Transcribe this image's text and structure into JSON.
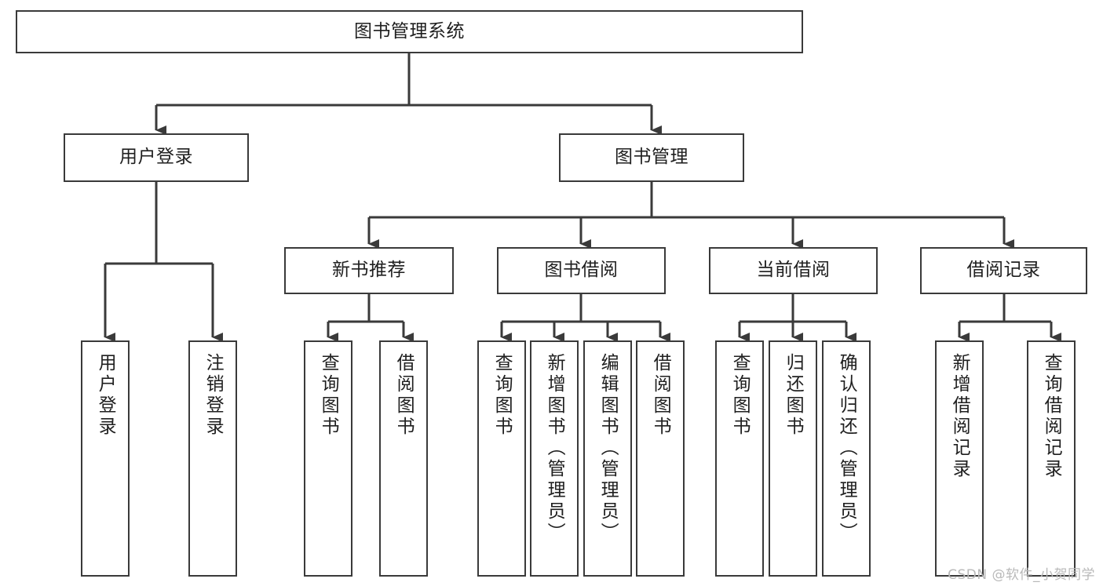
{
  "diagram": {
    "title": "图书管理系统",
    "type": "tree-hierarchy",
    "stroke_color": "#3a3a3a",
    "fill_color": "#ffffff",
    "text_color": "#1f1f1f",
    "watermark": "CSDN @软件_小贺同学"
  },
  "nodes": {
    "root": {
      "label": "图书管理系统"
    },
    "level2": [
      {
        "id": "user-login",
        "label": "用户登录"
      },
      {
        "id": "book-management",
        "label": "图书管理"
      }
    ],
    "level3": [
      {
        "id": "new-book-recommend",
        "label": "新书推荐"
      },
      {
        "id": "book-borrow",
        "label": "图书借阅"
      },
      {
        "id": "current-borrow",
        "label": "当前借阅"
      },
      {
        "id": "borrow-record",
        "label": "借阅记录"
      }
    ],
    "leaves": {
      "user_login": [
        {
          "id": "leaf-user-login",
          "label": "用户登录"
        },
        {
          "id": "leaf-logout-login",
          "label": "注销登录"
        }
      ],
      "new_book_recommend": [
        {
          "id": "leaf-query-book-1",
          "label": "查询图书"
        },
        {
          "id": "leaf-borrow-book-1",
          "label": "借阅图书"
        }
      ],
      "book_borrow": [
        {
          "id": "leaf-query-book-2",
          "label": "查询图书"
        },
        {
          "id": "leaf-add-book",
          "label": "新增图书（管理员）"
        },
        {
          "id": "leaf-edit-book",
          "label": "编辑图书（管理员）"
        },
        {
          "id": "leaf-borrow-book-2",
          "label": "借阅图书"
        }
      ],
      "current_borrow": [
        {
          "id": "leaf-query-book-3",
          "label": "查询图书"
        },
        {
          "id": "leaf-return-book",
          "label": "归还图书"
        },
        {
          "id": "leaf-confirm-return",
          "label": "确认归还（管理员）"
        }
      ],
      "borrow_record": [
        {
          "id": "leaf-add-record",
          "label": "新增借阅记录"
        },
        {
          "id": "leaf-query-record",
          "label": "查询借阅记录"
        }
      ]
    }
  }
}
